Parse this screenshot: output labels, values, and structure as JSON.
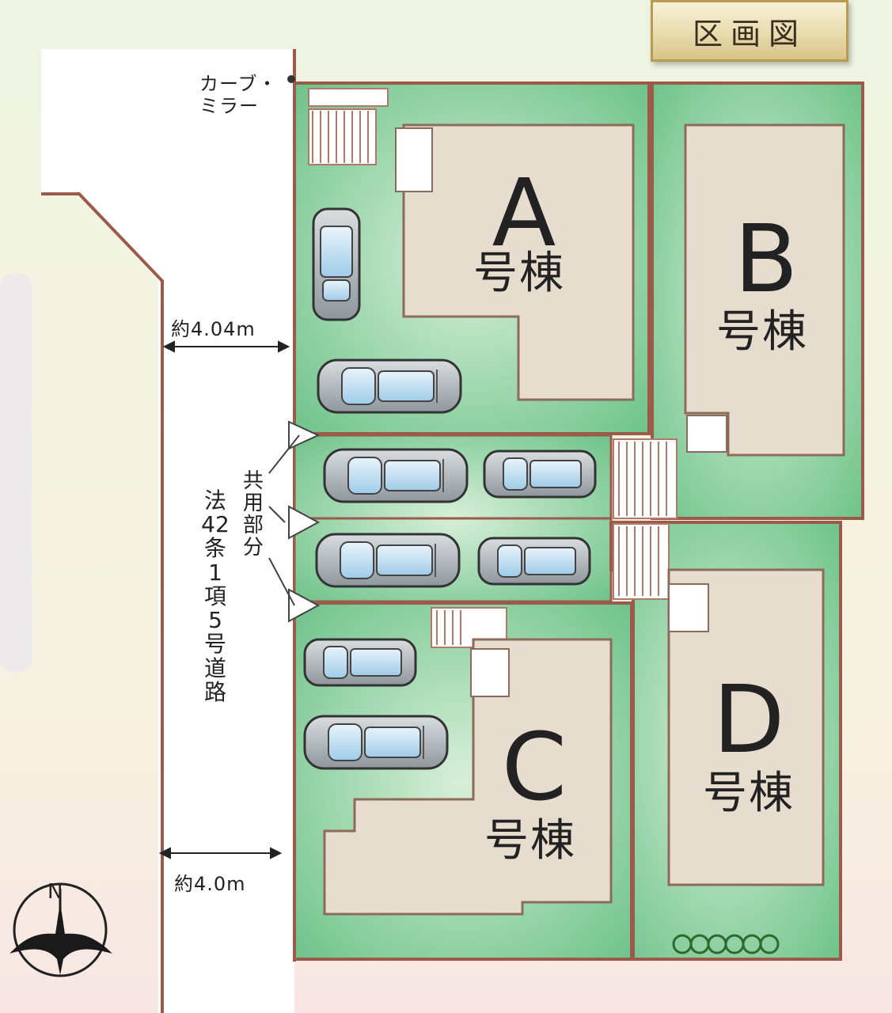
{
  "title": "区画図",
  "lots": [
    {
      "letter": "A",
      "suffix": "号棟"
    },
    {
      "letter": "B",
      "suffix": "号棟"
    },
    {
      "letter": "C",
      "suffix": "号棟"
    },
    {
      "letter": "D",
      "suffix": "号棟"
    }
  ],
  "labels": {
    "curve_mirror_line1": "カーブ・",
    "curve_mirror_line2": "ミラー",
    "road_width_top": "約4.04m",
    "road_width_bottom": "約4.0m",
    "shared_part": "共用部分",
    "road_law": "法42条1項5号道路"
  },
  "compass": {
    "north": "N"
  },
  "colors": {
    "lot_green": "#79c993",
    "building": "#e7ddcf",
    "boundary": "#9b5a4a",
    "road": "#ffffff"
  }
}
